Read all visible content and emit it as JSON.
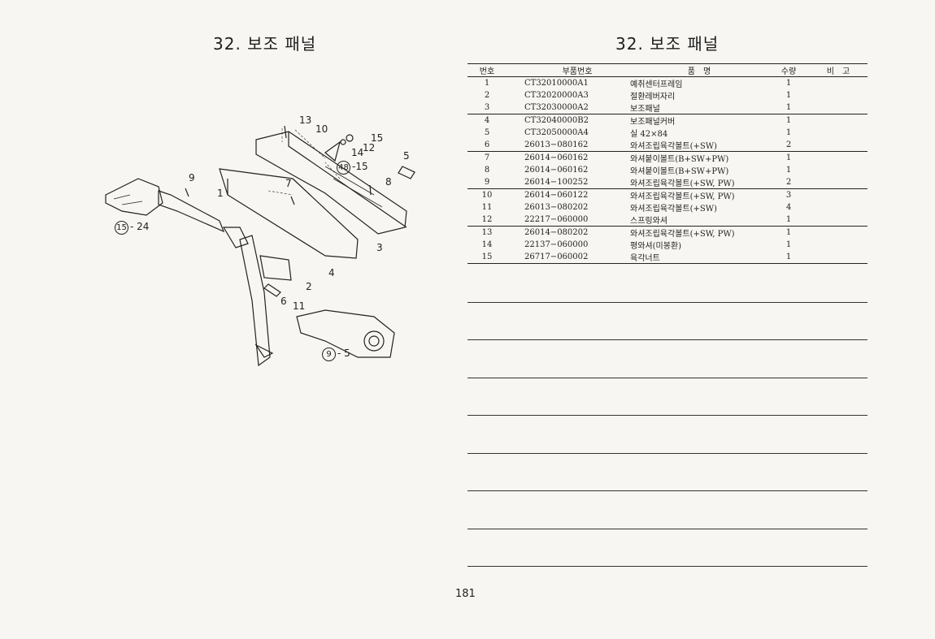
{
  "left_title": "32. 보조 패널",
  "right_title": "32. 보조 패널",
  "page_number": "181",
  "diagram_labels": {
    "l13": "13",
    "l10": "10",
    "l15a": "15",
    "l12": "12",
    "l14": "14",
    "l5": "5",
    "l48": "48",
    "l15b": "-15",
    "l8": "8",
    "l9a": "9",
    "l7": "7",
    "l1": "1",
    "l3": "3",
    "l4": "4",
    "l2": "2",
    "l6": "6",
    "l11": "11",
    "l15c": "15",
    "l24": "- 24",
    "l9b": "9",
    "l5b": "- 5"
  },
  "table": {
    "headers": {
      "no": "번호",
      "part": "부품번호",
      "name": "품　명",
      "qty": "수량",
      "remark": "비　고"
    },
    "rows": [
      {
        "no": "1",
        "part": "CT32010000A1",
        "name": "예취센터프레임",
        "qty": "1"
      },
      {
        "no": "2",
        "part": "CT32020000A3",
        "name": "절환레버자리",
        "qty": "1"
      },
      {
        "no": "3",
        "part": "CT32030000A2",
        "name": "보조패널",
        "qty": "1"
      },
      {
        "no": "4",
        "part": "CT32040000B2",
        "name": "보조패널커버",
        "qty": "1"
      },
      {
        "no": "5",
        "part": "CT32050000A4",
        "name": "실 42×84",
        "qty": "1"
      },
      {
        "no": "6",
        "part": "26013−080162",
        "name": "와셔조립육각볼트(+SW)",
        "qty": "2"
      },
      {
        "no": "7",
        "part": "26014−060162",
        "name": "와셔붙이볼트(B+SW+PW)",
        "qty": "1"
      },
      {
        "no": "8",
        "part": "26014−060162",
        "name": "와셔붙이볼트(B+SW+PW)",
        "qty": "1"
      },
      {
        "no": "9",
        "part": "26014−100252",
        "name": "와셔조립육각볼트(+SW, PW)",
        "qty": "2"
      },
      {
        "no": "10",
        "part": "26014−060122",
        "name": "와셔조립육각볼트(+SW, PW)",
        "qty": "3"
      },
      {
        "no": "11",
        "part": "26013−080202",
        "name": "와셔조립육각볼트(+SW)",
        "qty": "4"
      },
      {
        "no": "12",
        "part": "22217−060000",
        "name": "스프링와셔",
        "qty": "1"
      },
      {
        "no": "13",
        "part": "26014−080202",
        "name": "와셔조립육각볼트(+SW, PW)",
        "qty": "1"
      },
      {
        "no": "14",
        "part": "22137−060000",
        "name": "평와셔(미봉환)",
        "qty": "1"
      },
      {
        "no": "15",
        "part": "26717−060002",
        "name": "육각너트",
        "qty": "1"
      }
    ]
  },
  "colors": {
    "ink": "#222222",
    "paper": "#f7f6f2"
  }
}
